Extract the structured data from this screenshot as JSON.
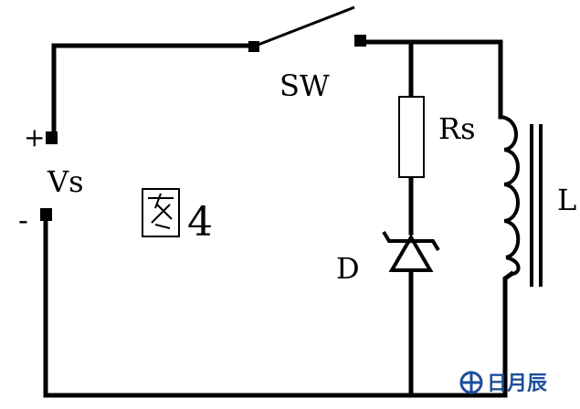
{
  "diagram": {
    "labels": {
      "switch": "SW",
      "source": "Vs",
      "plus": "+",
      "minus": "-",
      "resistor": "Rs",
      "diode": "D",
      "inductor": "L",
      "figure": "4"
    },
    "watermark": {
      "text": "日月辰"
    },
    "colors": {
      "wire": "#000000",
      "watermark": "#1e4f9a"
    }
  }
}
